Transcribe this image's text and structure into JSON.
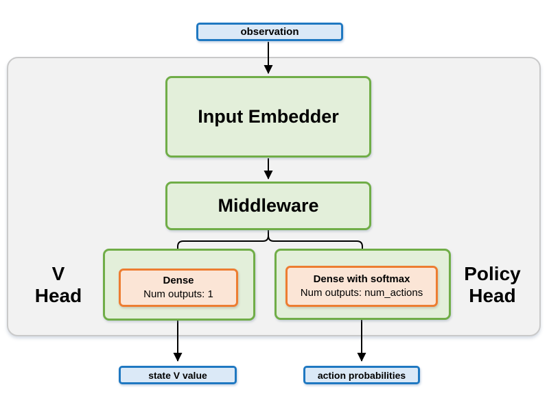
{
  "diagram": {
    "nodes": {
      "observation": {
        "label": "observation"
      },
      "input_embedder": {
        "label": "Input Embedder"
      },
      "middleware": {
        "label": "Middleware"
      },
      "v_head": {
        "label_line1": "V",
        "label_line2": "Head",
        "layer": {
          "title": "Dense",
          "subtitle": "Num outputs: 1"
        }
      },
      "policy_head": {
        "label_line1": "Policy",
        "label_line2": "Head",
        "layer": {
          "title": "Dense with softmax",
          "subtitle": "Num outputs: num_actions"
        }
      },
      "state_v_value": {
        "label": "state V value"
      },
      "action_probabilities": {
        "label": "action probabilities"
      }
    },
    "colors": {
      "io_border": "#1f78c1",
      "io_fill": "#dbe9f7",
      "block_border": "#70ad47",
      "block_fill": "#e3efda",
      "layer_border": "#ed7d31",
      "layer_fill": "#fbe5d6",
      "container_fill": "#f2f2f2",
      "container_border": "#c9c9c9",
      "arrow": "#000000"
    }
  }
}
